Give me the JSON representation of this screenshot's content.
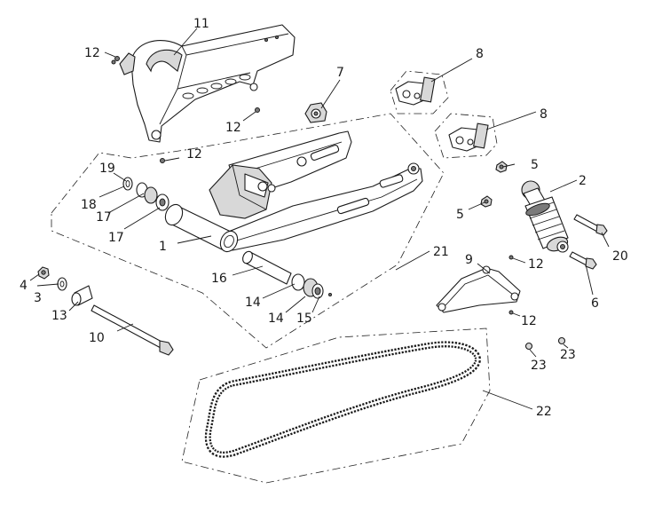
{
  "callouts": {
    "c1": "1",
    "c2": "2",
    "c3": "3",
    "c4": "4",
    "c5a": "5",
    "c5b": "5",
    "c6": "6",
    "c7": "7",
    "c8a": "8",
    "c8b": "8",
    "c9": "9",
    "c10": "10",
    "c11": "11",
    "c12a": "12",
    "c12b": "12",
    "c12c": "12",
    "c12d": "12",
    "c12e": "12",
    "c13": "13",
    "c14a": "14",
    "c14b": "14",
    "c15": "15",
    "c16": "16",
    "c17a": "17",
    "c17b": "17",
    "c18": "18",
    "c19": "19",
    "c20": "20",
    "c21": "21",
    "c22": "22",
    "c23a": "23",
    "c23b": "23"
  }
}
